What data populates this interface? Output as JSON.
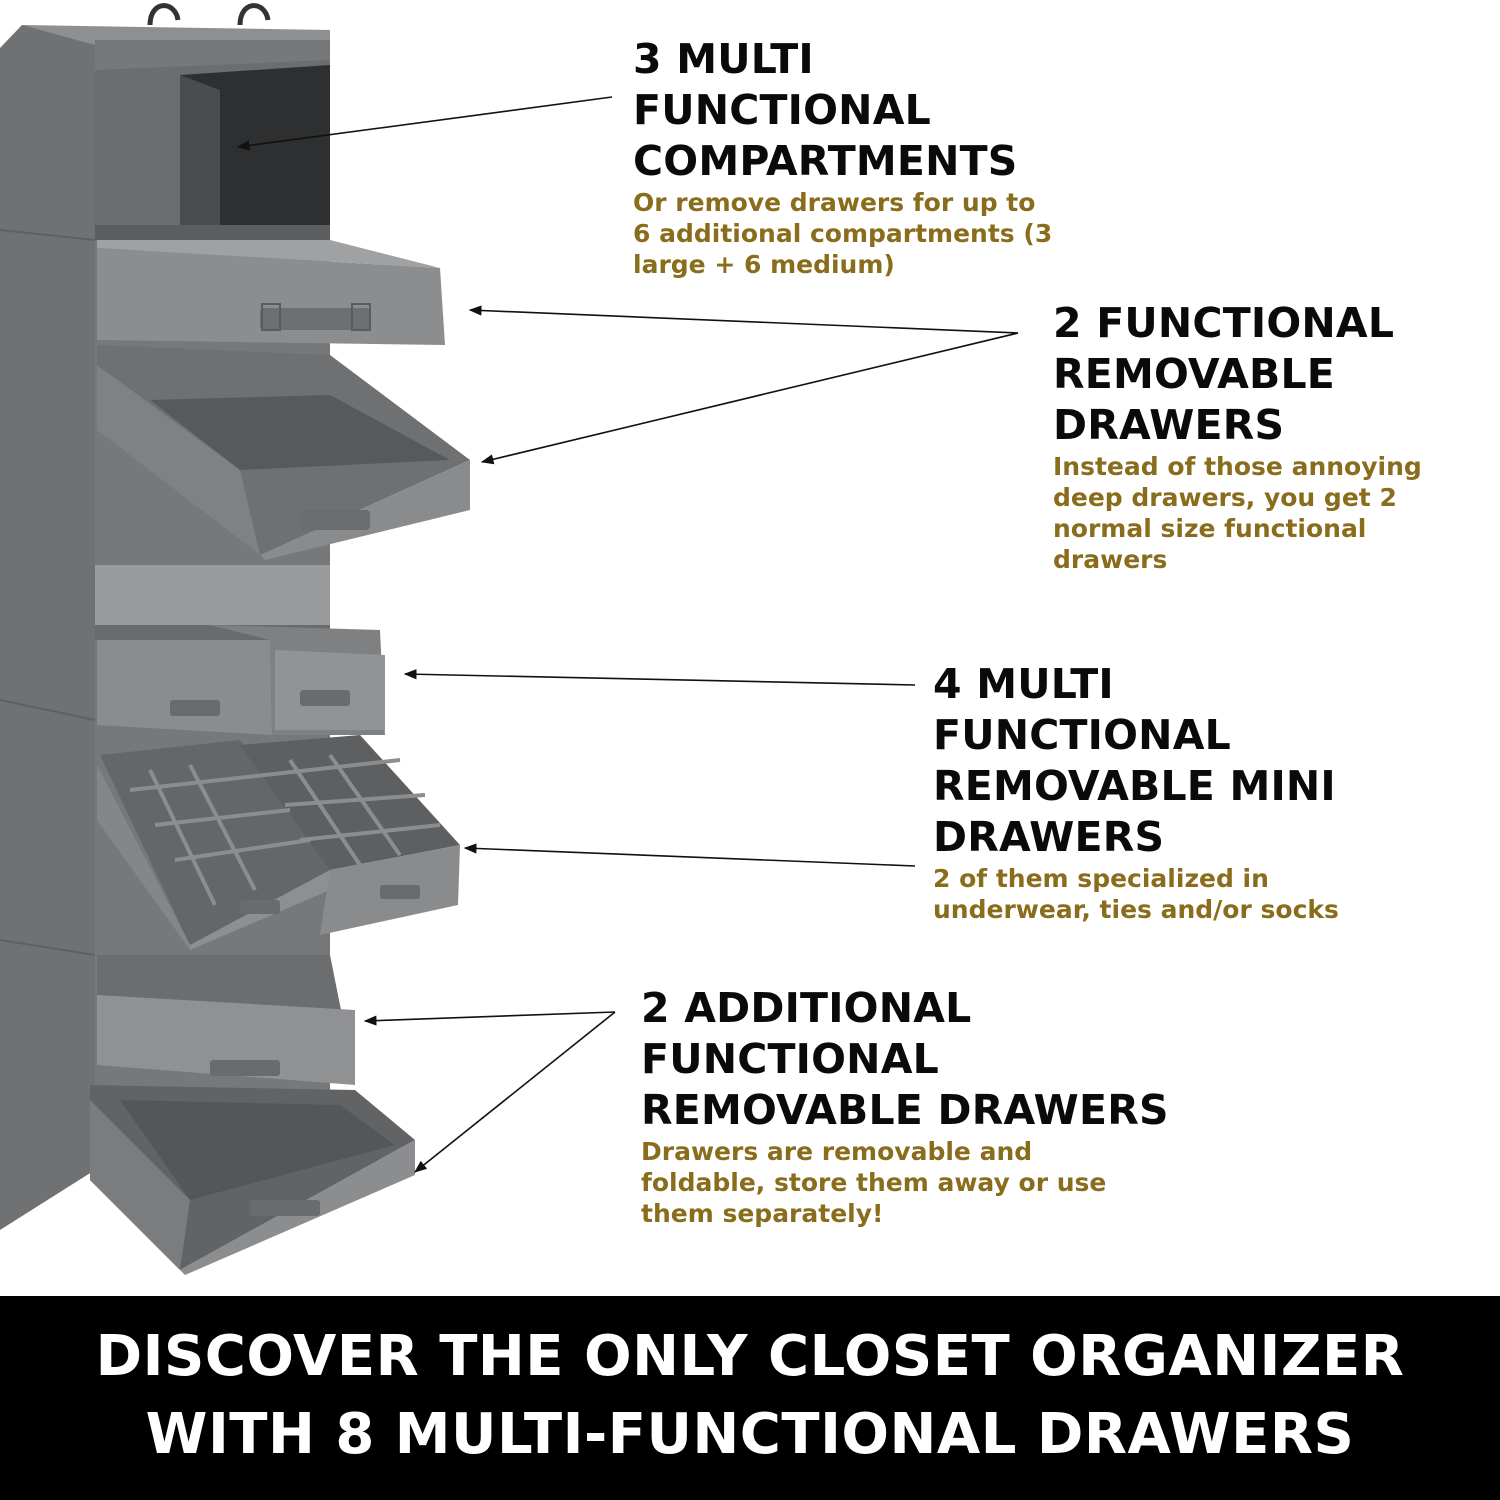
{
  "callouts": [
    {
      "heading": [
        "3 MULTI",
        "FUNCTIONAL",
        "COMPARTMENTS"
      ],
      "detail": [
        "Or remove drawers for up to",
        "6 additional compartments (3",
        "large + 6 medium)"
      ]
    },
    {
      "heading": [
        "2 FUNCTIONAL",
        "REMOVABLE",
        "DRAWERS"
      ],
      "detail": [
        "Instead of those annoying",
        "deep drawers, you get 2",
        "normal size functional",
        "drawers"
      ]
    },
    {
      "heading": [
        "4 MULTI",
        "FUNCTIONAL",
        "REMOVABLE MINI",
        "DRAWERS"
      ],
      "detail": [
        "2 of them specialized in",
        "underwear, ties and/or socks"
      ]
    },
    {
      "heading": [
        "2 ADDITIONAL",
        "FUNCTIONAL",
        "REMOVABLE DRAWERS"
      ],
      "detail": [
        "Drawers are removable and",
        "foldable, store them away or use",
        "them separately!"
      ]
    }
  ],
  "banner": {
    "line1": "DISCOVER THE ONLY CLOSET ORGANIZER",
    "line2": "WITH 8 MULTI-FUNCTIONAL DRAWERS"
  },
  "colors": {
    "heading": "#0a0a0a",
    "detail": "#8a6d1c",
    "banner_bg": "#000000",
    "banner_text": "#ffffff",
    "fabric": "#7d7e80"
  }
}
